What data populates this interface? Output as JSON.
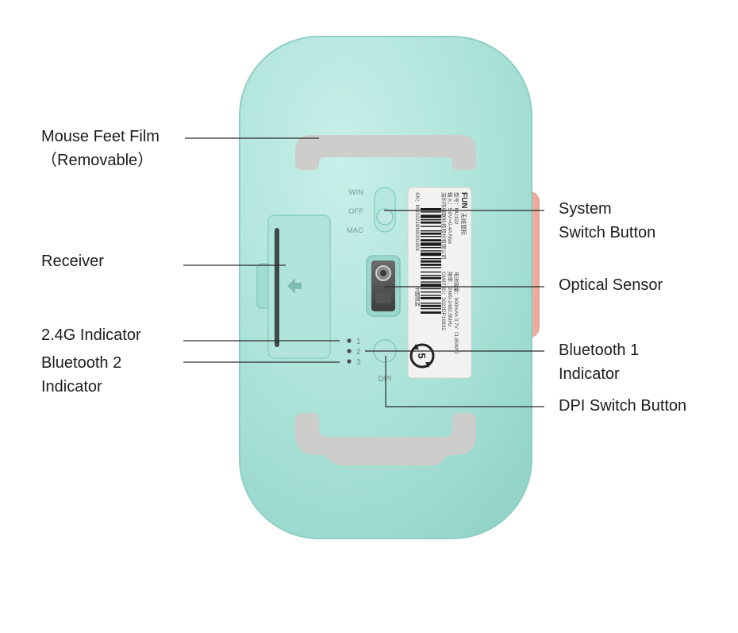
{
  "callouts": {
    "feet_film": [
      "Mouse Feet Film",
      "（Removable）"
    ],
    "receiver": [
      "Receiver"
    ],
    "indicator_24g": [
      "2.4G Indicator"
    ],
    "indicator_bt2": [
      "Bluetooth 2",
      "Indicator"
    ],
    "system_switch": [
      "System",
      "Switch Button"
    ],
    "optical_sensor": [
      "Optical Sensor"
    ],
    "indicator_bt1": [
      "Bluetooth 1",
      "Indicator"
    ],
    "dpi_button": [
      "DPI Switch Button"
    ]
  },
  "switch_positions": [
    "WIN",
    "OFF",
    "MAC"
  ],
  "indicator_numbers": [
    "1",
    "2",
    "3"
  ],
  "dpi_label": "DPI",
  "product_label": {
    "brand": "FUN",
    "product_name": "无线鼠标",
    "line_model": "型号：MU102",
    "line_input": "输入：5.0V⎓0.4A Max",
    "line_maker": "深圳市绿联科技股份有限公司",
    "line_battery": "电池容量：500mAh 3.7V（1.85Wh）",
    "line_freq": "频率：2400-2483.5MHz",
    "line_cmiit": "CMIIT ID：2022DP16832",
    "line_sn": "SN：MU1021BN8301001",
    "line_origin": "中国制造",
    "recycle_number": "5"
  },
  "colors": {
    "body": "#a9e2d8",
    "body_highlight": "#c3ede6",
    "feet": "#cfcfcd",
    "side_button": "#f2b5a7",
    "leader_line": "#2a2a2a"
  }
}
